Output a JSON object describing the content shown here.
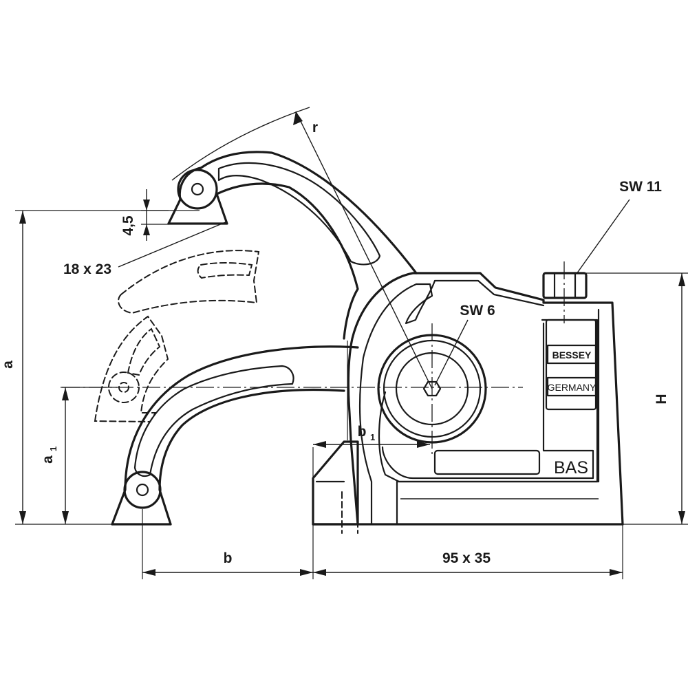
{
  "drawing": {
    "brand": "BESSEY",
    "origin": "GERMANY",
    "model": "BAS"
  },
  "dimensions": {
    "a": "a",
    "a1_main": "a",
    "a1_sub": "1",
    "b": "b",
    "b1_main": "b",
    "b1_sub": "1",
    "H": "H",
    "r": "r",
    "t45": "4,5",
    "slot": "18 x 23",
    "sw6": "SW 6",
    "sw11": "SW 11",
    "base": "95 x 35"
  }
}
